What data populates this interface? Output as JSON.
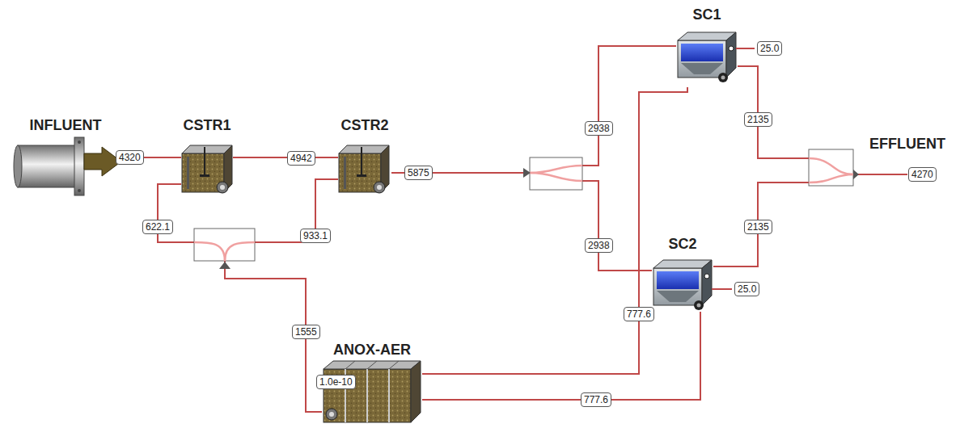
{
  "diagram": {
    "nodes": [
      {
        "text": [
          "INFLUENT"
        ]
      },
      {
        "text": [
          "CSTR1"
        ]
      },
      {
        "text": [
          "CSTR2"
        ]
      },
      {
        "text": [
          "SC1"
        ]
      },
      {
        "text": [
          "SC2"
        ]
      },
      {
        "text": [
          "EFFLUENT"
        ]
      },
      {
        "text": [
          "ANOX-AER"
        ]
      }
    ],
    "edges": [
      {
        "from": 0,
        "to": 1,
        "arrow": "none",
        "label": "4320"
      },
      {
        "from": 1,
        "to": 2,
        "arrow": "none",
        "label": "4942"
      },
      {
        "from": 2,
        "to": 3,
        "arrow": "none",
        "label": "2938"
      },
      {
        "from": 2,
        "to": 4,
        "arrow": "none",
        "label": "2938"
      },
      {
        "from": 3,
        "to": 5,
        "arrow": "none",
        "label": "2135"
      },
      {
        "from": 4,
        "to": 5,
        "arrow": "none",
        "label": "2135"
      },
      {
        "from": 3,
        "to": 6,
        "arrow": "none",
        "label": "777.6"
      },
      {
        "from": 4,
        "to": 6,
        "arrow": "none",
        "label": "777.6"
      },
      {
        "from": 6,
        "to": 1,
        "arrow": "none",
        "label": "622.1"
      },
      {
        "from": 6,
        "to": 2,
        "arrow": "none",
        "label": "933.1"
      }
    ],
    "labels": [
      "5875",
      "25.0",
      "25.0",
      "4270",
      "1555",
      "1.0e-10"
    ]
  }
}
